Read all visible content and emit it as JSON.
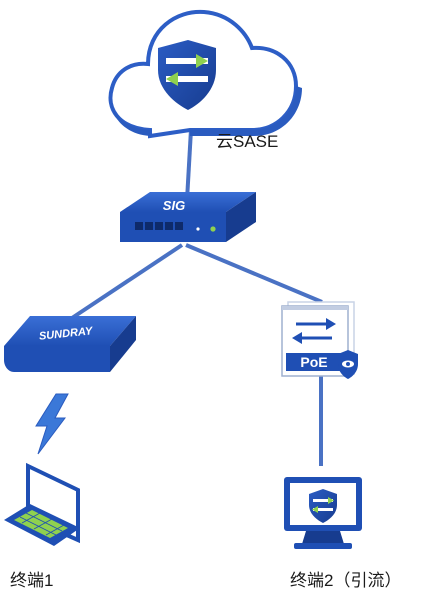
{
  "labels": {
    "cloud": "云SASE",
    "terminal1": "终端1",
    "terminal2": "终端2（引流）"
  },
  "devices": {
    "sig": "SIG",
    "ap": "SUNDRAY",
    "switch": "PoE"
  },
  "colors": {
    "link": "#4a72c4",
    "device_blue": "#1f4fb4",
    "device_dark": "#173c8f",
    "cloud_outline": "#2d5ec6",
    "cloud_shadow": "#2a5bbf",
    "lightning": "#3b78d8",
    "laptop_screen": "#1f4fb4",
    "laptop_keys": "#8fd14f"
  },
  "icons": {
    "cloud": "cloud-sase-icon",
    "router": "sig-router-icon",
    "ap": "wireless-ap-icon",
    "switch": "poe-switch-icon",
    "wireless": "lightning-icon",
    "laptop": "laptop-icon",
    "monitor": "monitor-icon"
  }
}
